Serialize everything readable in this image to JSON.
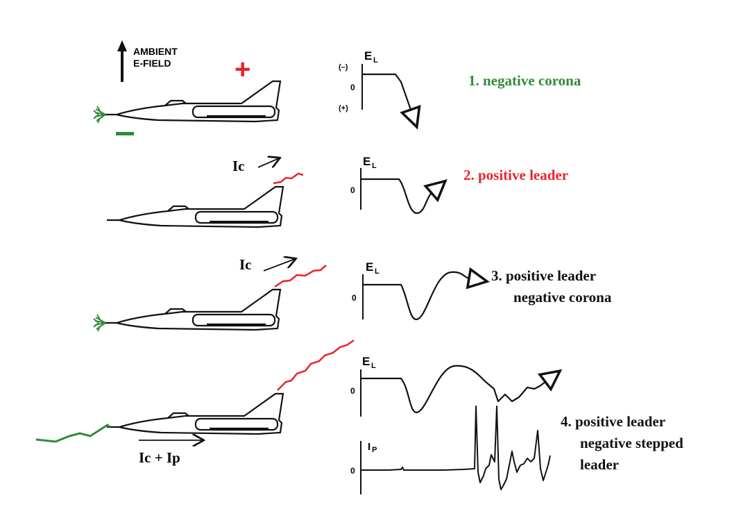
{
  "ambient_label_line1": "AMBIENT",
  "ambient_label_line2": "E-FIELD",
  "plus_sign": "+",
  "minus_sign": "–",
  "graph_axis": {
    "el_label": "E",
    "el_sub": "L",
    "ip_label": "I",
    "ip_sub": "P",
    "neg": "(–)",
    "zero": "0",
    "pos": "(+)"
  },
  "arrows": {
    "ic": "Ic",
    "ic_ip": "Ic + Ip"
  },
  "stages": [
    {
      "label": "1. negative corona",
      "color": "#2e8b3a"
    },
    {
      "label": "2. positive leader",
      "color": "#e8242b"
    },
    {
      "label_line1": "3. positive leader",
      "label_line2": "negative corona",
      "color": "#111111"
    },
    {
      "label_line1": "4. positive leader",
      "label_line2": "negative stepped",
      "label_line3": "leader",
      "color": "#111111"
    }
  ]
}
